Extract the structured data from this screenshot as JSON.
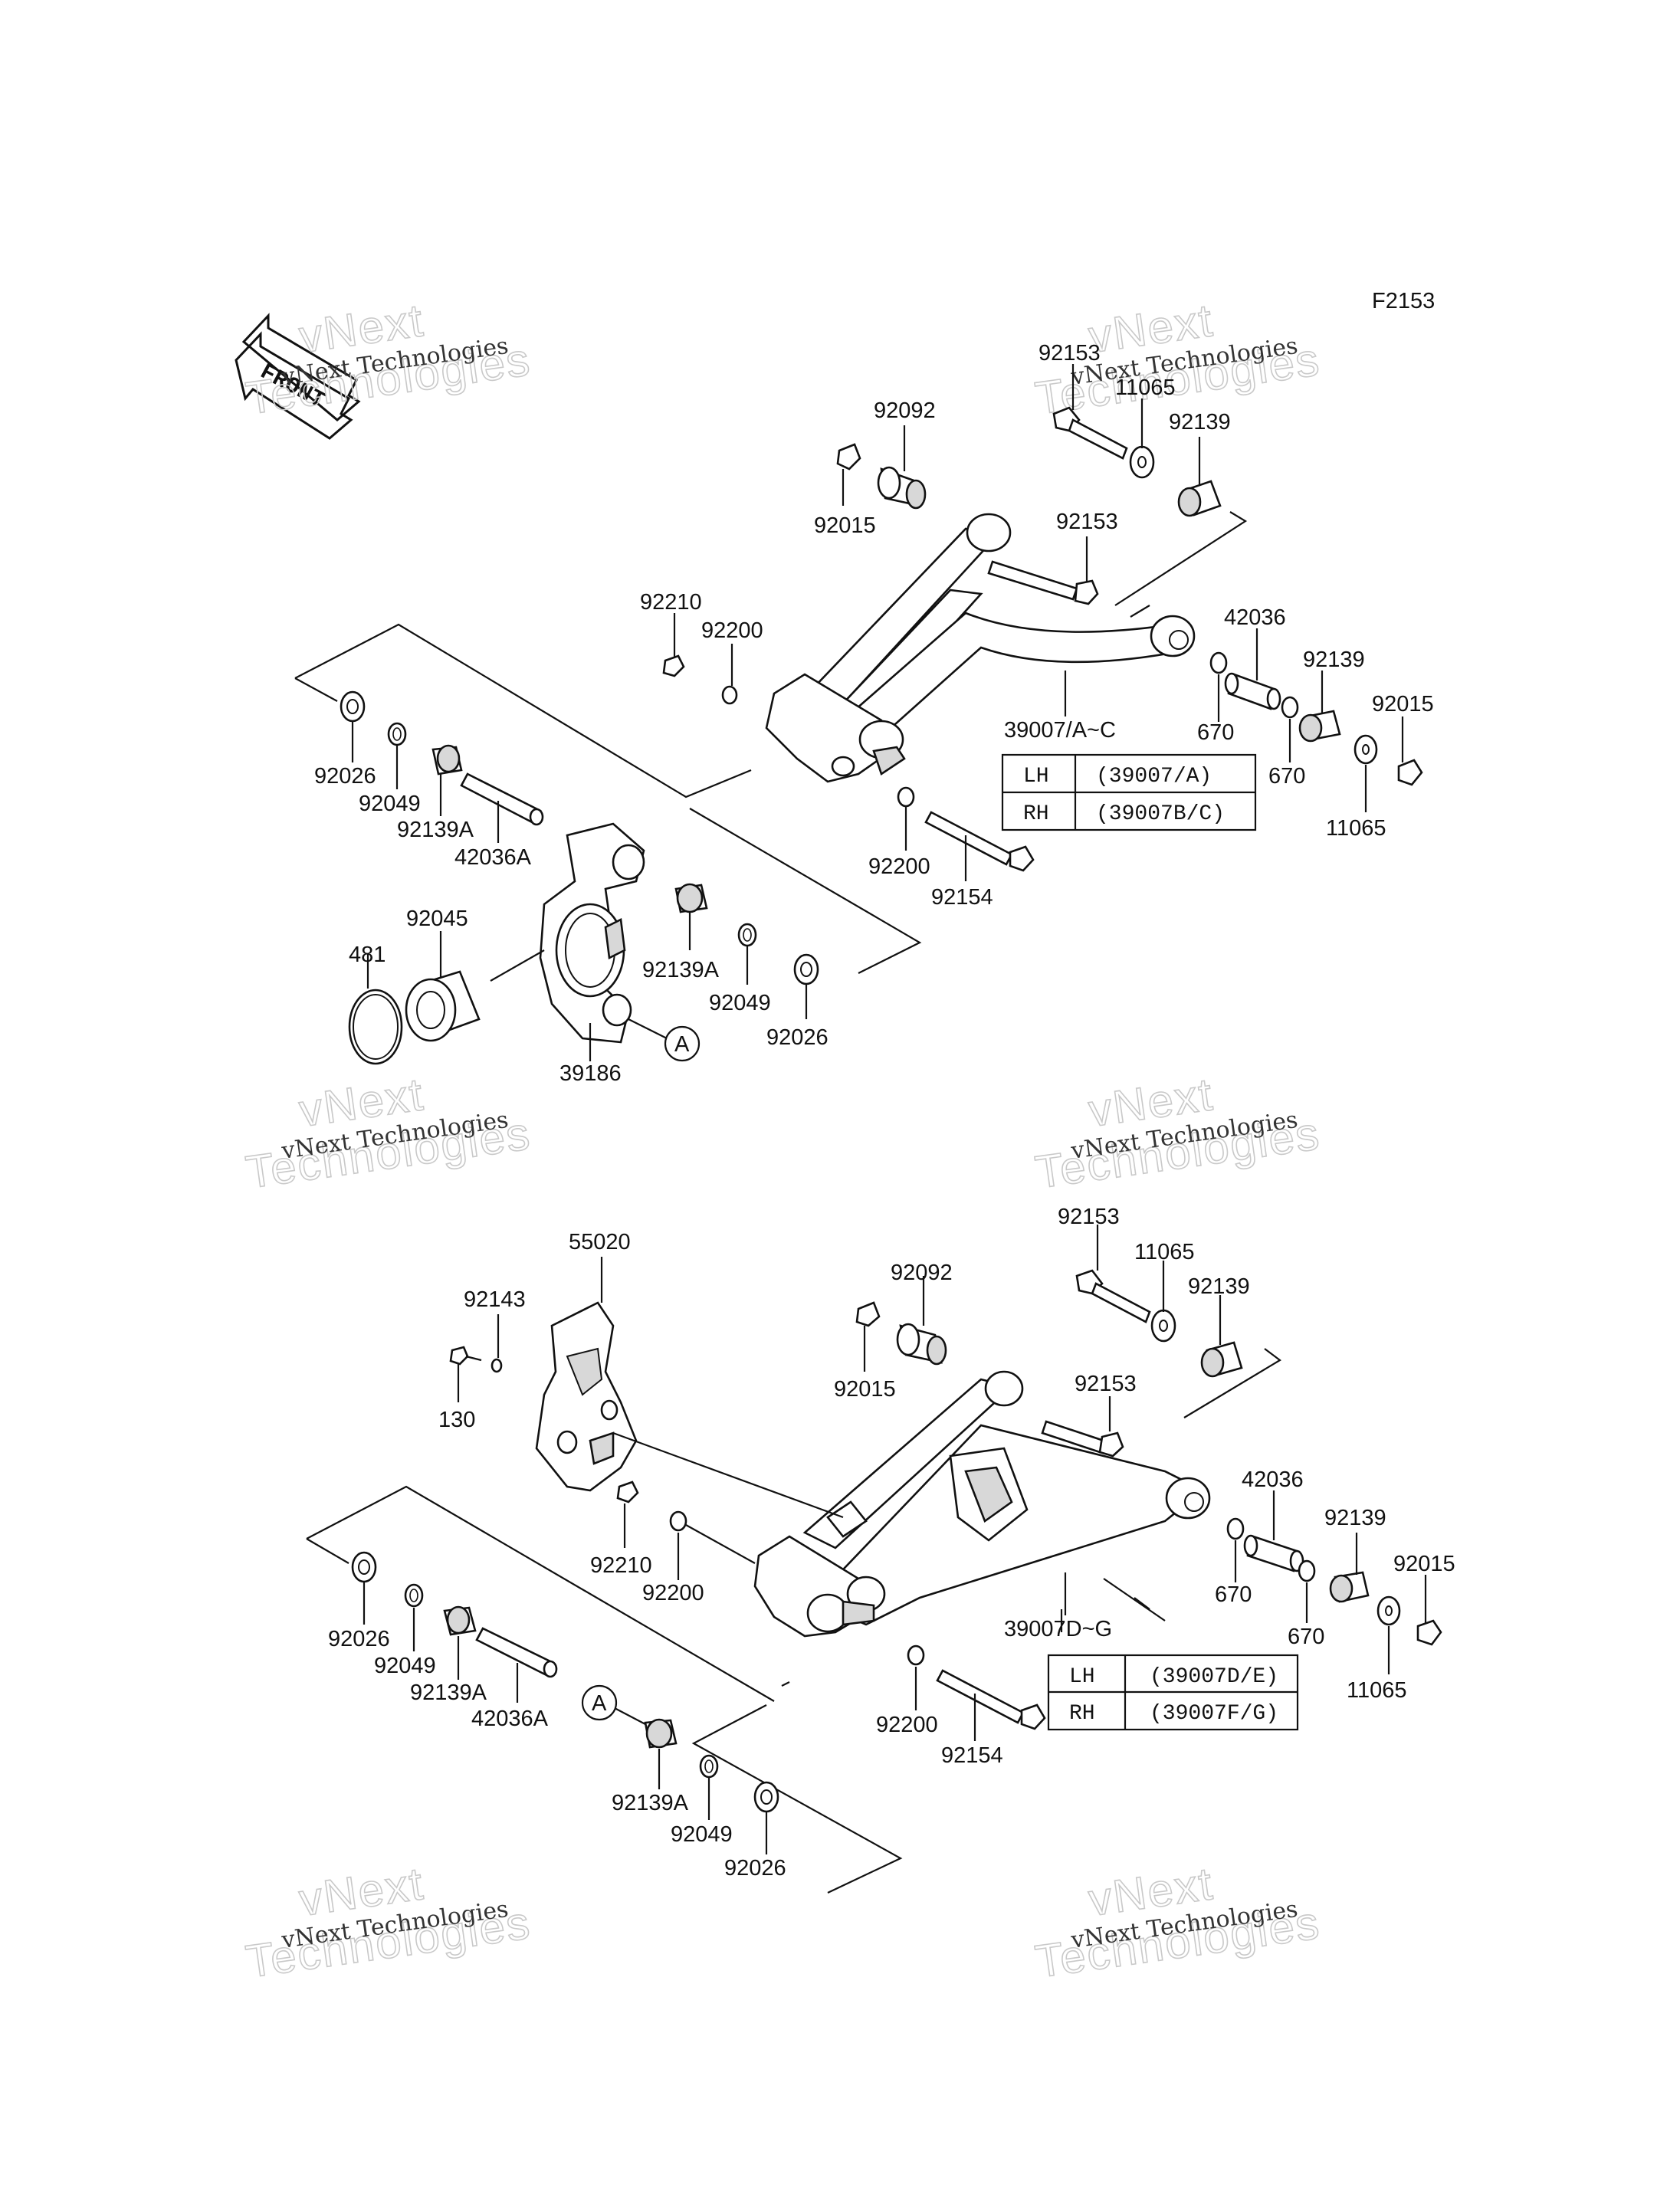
{
  "figure_code": "F2153",
  "front_arrow": "FRONT",
  "watermark": {
    "line1": "vNext Technologies",
    "line2": "vNext",
    "line3": "Technologies"
  },
  "top_labels": {
    "p92092": "92092",
    "p92015a": "92015",
    "p92153a": "92153",
    "p11065a": "11065",
    "p92139a": "92139",
    "p92153b": "92153",
    "p92210": "92210",
    "p92200a": "92200",
    "p42036": "42036",
    "p92139b": "92139",
    "p92015b": "92015",
    "p39007": "39007/A~C",
    "p670a": "670",
    "p670b": "670",
    "p11065b": "11065",
    "p92026a": "92026",
    "p92049a": "92049",
    "p92139Aa": "92139A",
    "p42036A": "42036A",
    "p92200b": "92200",
    "p92154": "92154",
    "p92045": "92045",
    "p481": "481",
    "p92139Ab": "92139A",
    "p92049b": "92049",
    "p92026b": "92026",
    "p39186": "39186",
    "refA": "A"
  },
  "top_table": {
    "rows": [
      {
        "side": "LH",
        "code": "(39007/A)"
      },
      {
        "side": "RH",
        "code": "(39007B/C)"
      }
    ]
  },
  "bottom_labels": {
    "p55020": "55020",
    "p92143": "92143",
    "p130": "130",
    "p92092": "92092",
    "p92015a": "92015",
    "p92153a": "92153",
    "p11065a": "11065",
    "p92139a": "92139",
    "p92153b": "92153",
    "p42036": "42036",
    "p92139b": "92139",
    "p92015b": "92015",
    "p92210": "92210",
    "p92200a": "92200",
    "p670a": "670",
    "p670b": "670",
    "p11065b": "11065",
    "p39007": "39007D~G",
    "p92026a": "92026",
    "p92049a": "92049",
    "p92139Aa": "92139A",
    "p42036A": "42036A",
    "p92200b": "92200",
    "p92154": "92154",
    "p92139Ab": "92139A",
    "p92049b": "92049",
    "p92026b": "92026",
    "refA": "A"
  },
  "bottom_table": {
    "rows": [
      {
        "side": "LH",
        "code": "(39007D/E)"
      },
      {
        "side": "RH",
        "code": "(39007F/G)"
      }
    ]
  }
}
